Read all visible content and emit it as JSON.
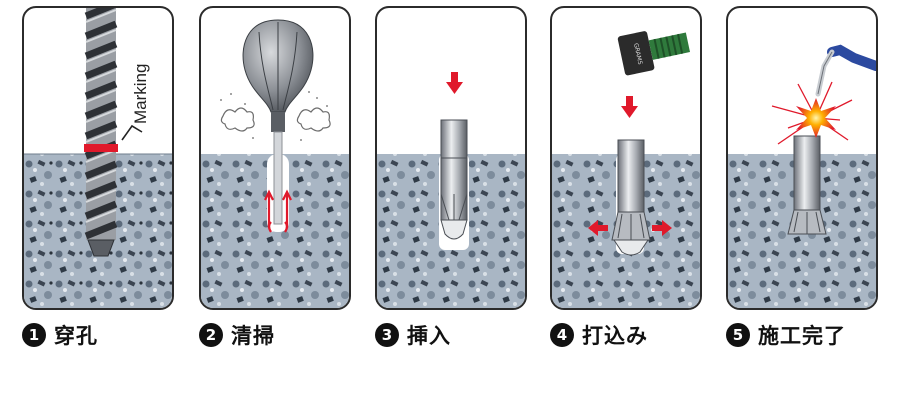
{
  "steps": [
    {
      "number": "1",
      "label": "穿孔",
      "annotation": "Marking"
    },
    {
      "number": "2",
      "label": "清掃"
    },
    {
      "number": "3",
      "label": "挿入"
    },
    {
      "number": "4",
      "label": "打込み",
      "tool_text": "GRAMS"
    },
    {
      "number": "5",
      "label": "施工完了"
    }
  ],
  "colors": {
    "marking_band": "#e0192b",
    "arrow": "#e0192b",
    "hammer_grip": "#2f7a3c",
    "concrete": "#8a9aab",
    "torch_hose": "#2c4aa0"
  }
}
